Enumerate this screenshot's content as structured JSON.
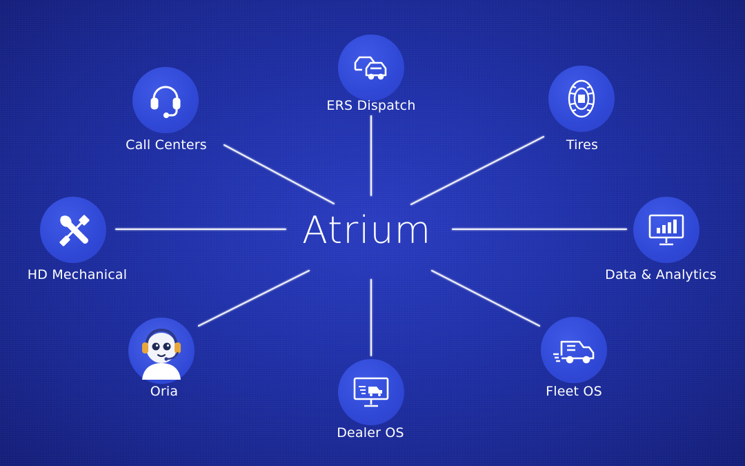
{
  "center": {
    "title": "Atrium"
  },
  "colors": {
    "background": "#1c2a97",
    "node_fill": "#3048d6",
    "line": "#ffffff",
    "text": "#ffffff"
  },
  "nodes": [
    {
      "id": "ers-dispatch",
      "label": "ERS Dispatch",
      "icon": "cars-icon"
    },
    {
      "id": "tires",
      "label": "Tires",
      "icon": "tire-icon"
    },
    {
      "id": "data-analytics",
      "label": "Data & Analytics",
      "icon": "monitor-chart-icon"
    },
    {
      "id": "fleet-os",
      "label": "Fleet OS",
      "icon": "truck-icon"
    },
    {
      "id": "dealer-os",
      "label": "Dealer OS",
      "icon": "monitor-truck-icon"
    },
    {
      "id": "oria",
      "label": "Oria",
      "icon": "robot-avatar-icon"
    },
    {
      "id": "hd-mechanical",
      "label": "HD Mechanical",
      "icon": "wrench-screwdriver-icon"
    },
    {
      "id": "call-centers",
      "label": "Call Centers",
      "icon": "headset-icon"
    }
  ]
}
